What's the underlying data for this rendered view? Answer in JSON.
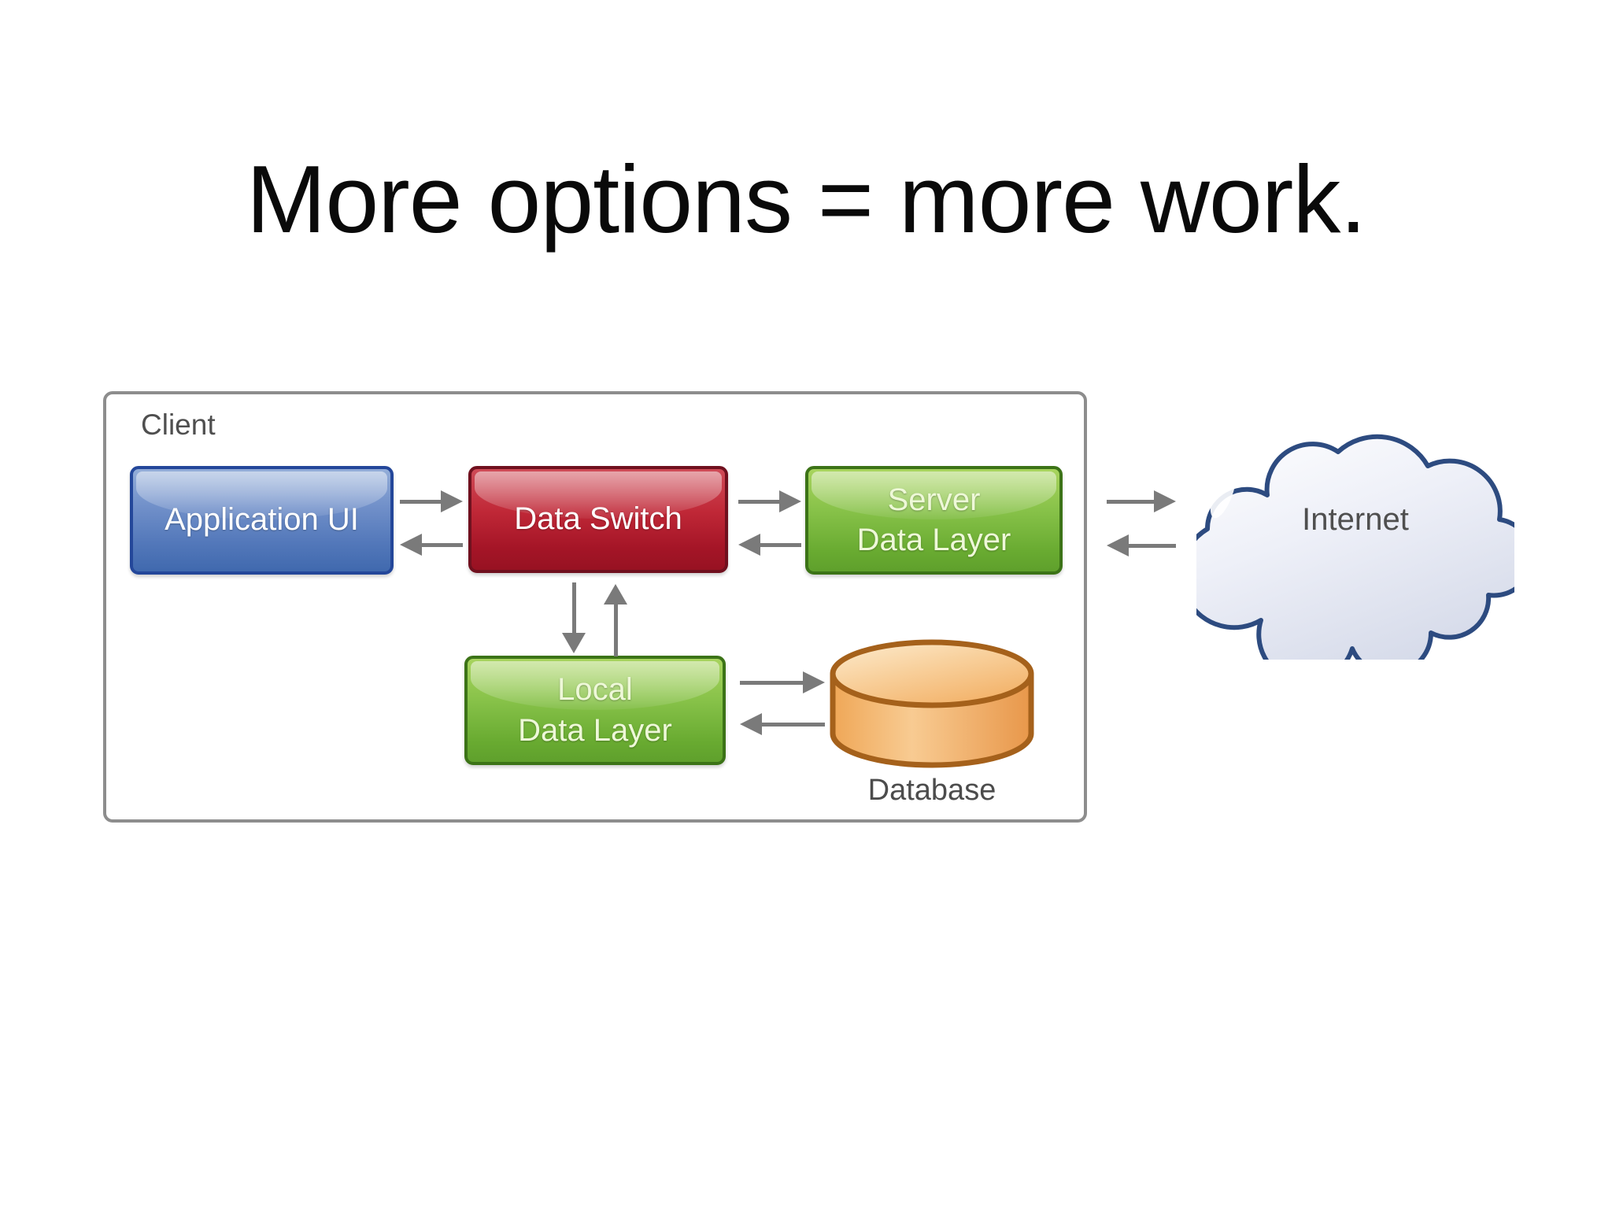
{
  "slide": {
    "title": "More options = more work.",
    "background_color": "#ffffff"
  },
  "diagram": {
    "client_group": {
      "label": "Client",
      "border_color": "#8d8d8d",
      "label_color": "#4f4f4f"
    },
    "nodes": {
      "application_ui": {
        "label": "Application UI",
        "fill": "#5378ba",
        "border": "#24479a",
        "text_color": "#ffffff"
      },
      "data_switch": {
        "label": "Data Switch",
        "fill": "#a51527",
        "border": "#70101e",
        "text_color": "#ffffff"
      },
      "server_data_layer": {
        "label": "Server\nData Layer",
        "fill": "#69ab31",
        "border": "#3c7317",
        "text_color": "#eef8d8"
      },
      "local_data_layer": {
        "label": "Local\nData Layer",
        "fill": "#69ab31",
        "border": "#3c7317",
        "text_color": "#eef8d8"
      },
      "database": {
        "label": "Database",
        "fill": "#f2b06a",
        "border": "#a5611b",
        "label_color": "#4c4c4c"
      },
      "internet": {
        "label": "Internet",
        "fill": "#e9ecf5",
        "border": "#2d4b80",
        "label_color": "#4f4f4f"
      }
    },
    "arrow_color": "#7a7a7a",
    "connections": [
      {
        "from": "application_ui",
        "to": "data_switch",
        "bidirectional": true
      },
      {
        "from": "data_switch",
        "to": "server_data_layer",
        "bidirectional": true
      },
      {
        "from": "data_switch",
        "to": "local_data_layer",
        "bidirectional": true
      },
      {
        "from": "local_data_layer",
        "to": "database",
        "bidirectional": true
      },
      {
        "from": "client_group",
        "to": "internet",
        "bidirectional": true
      }
    ]
  }
}
